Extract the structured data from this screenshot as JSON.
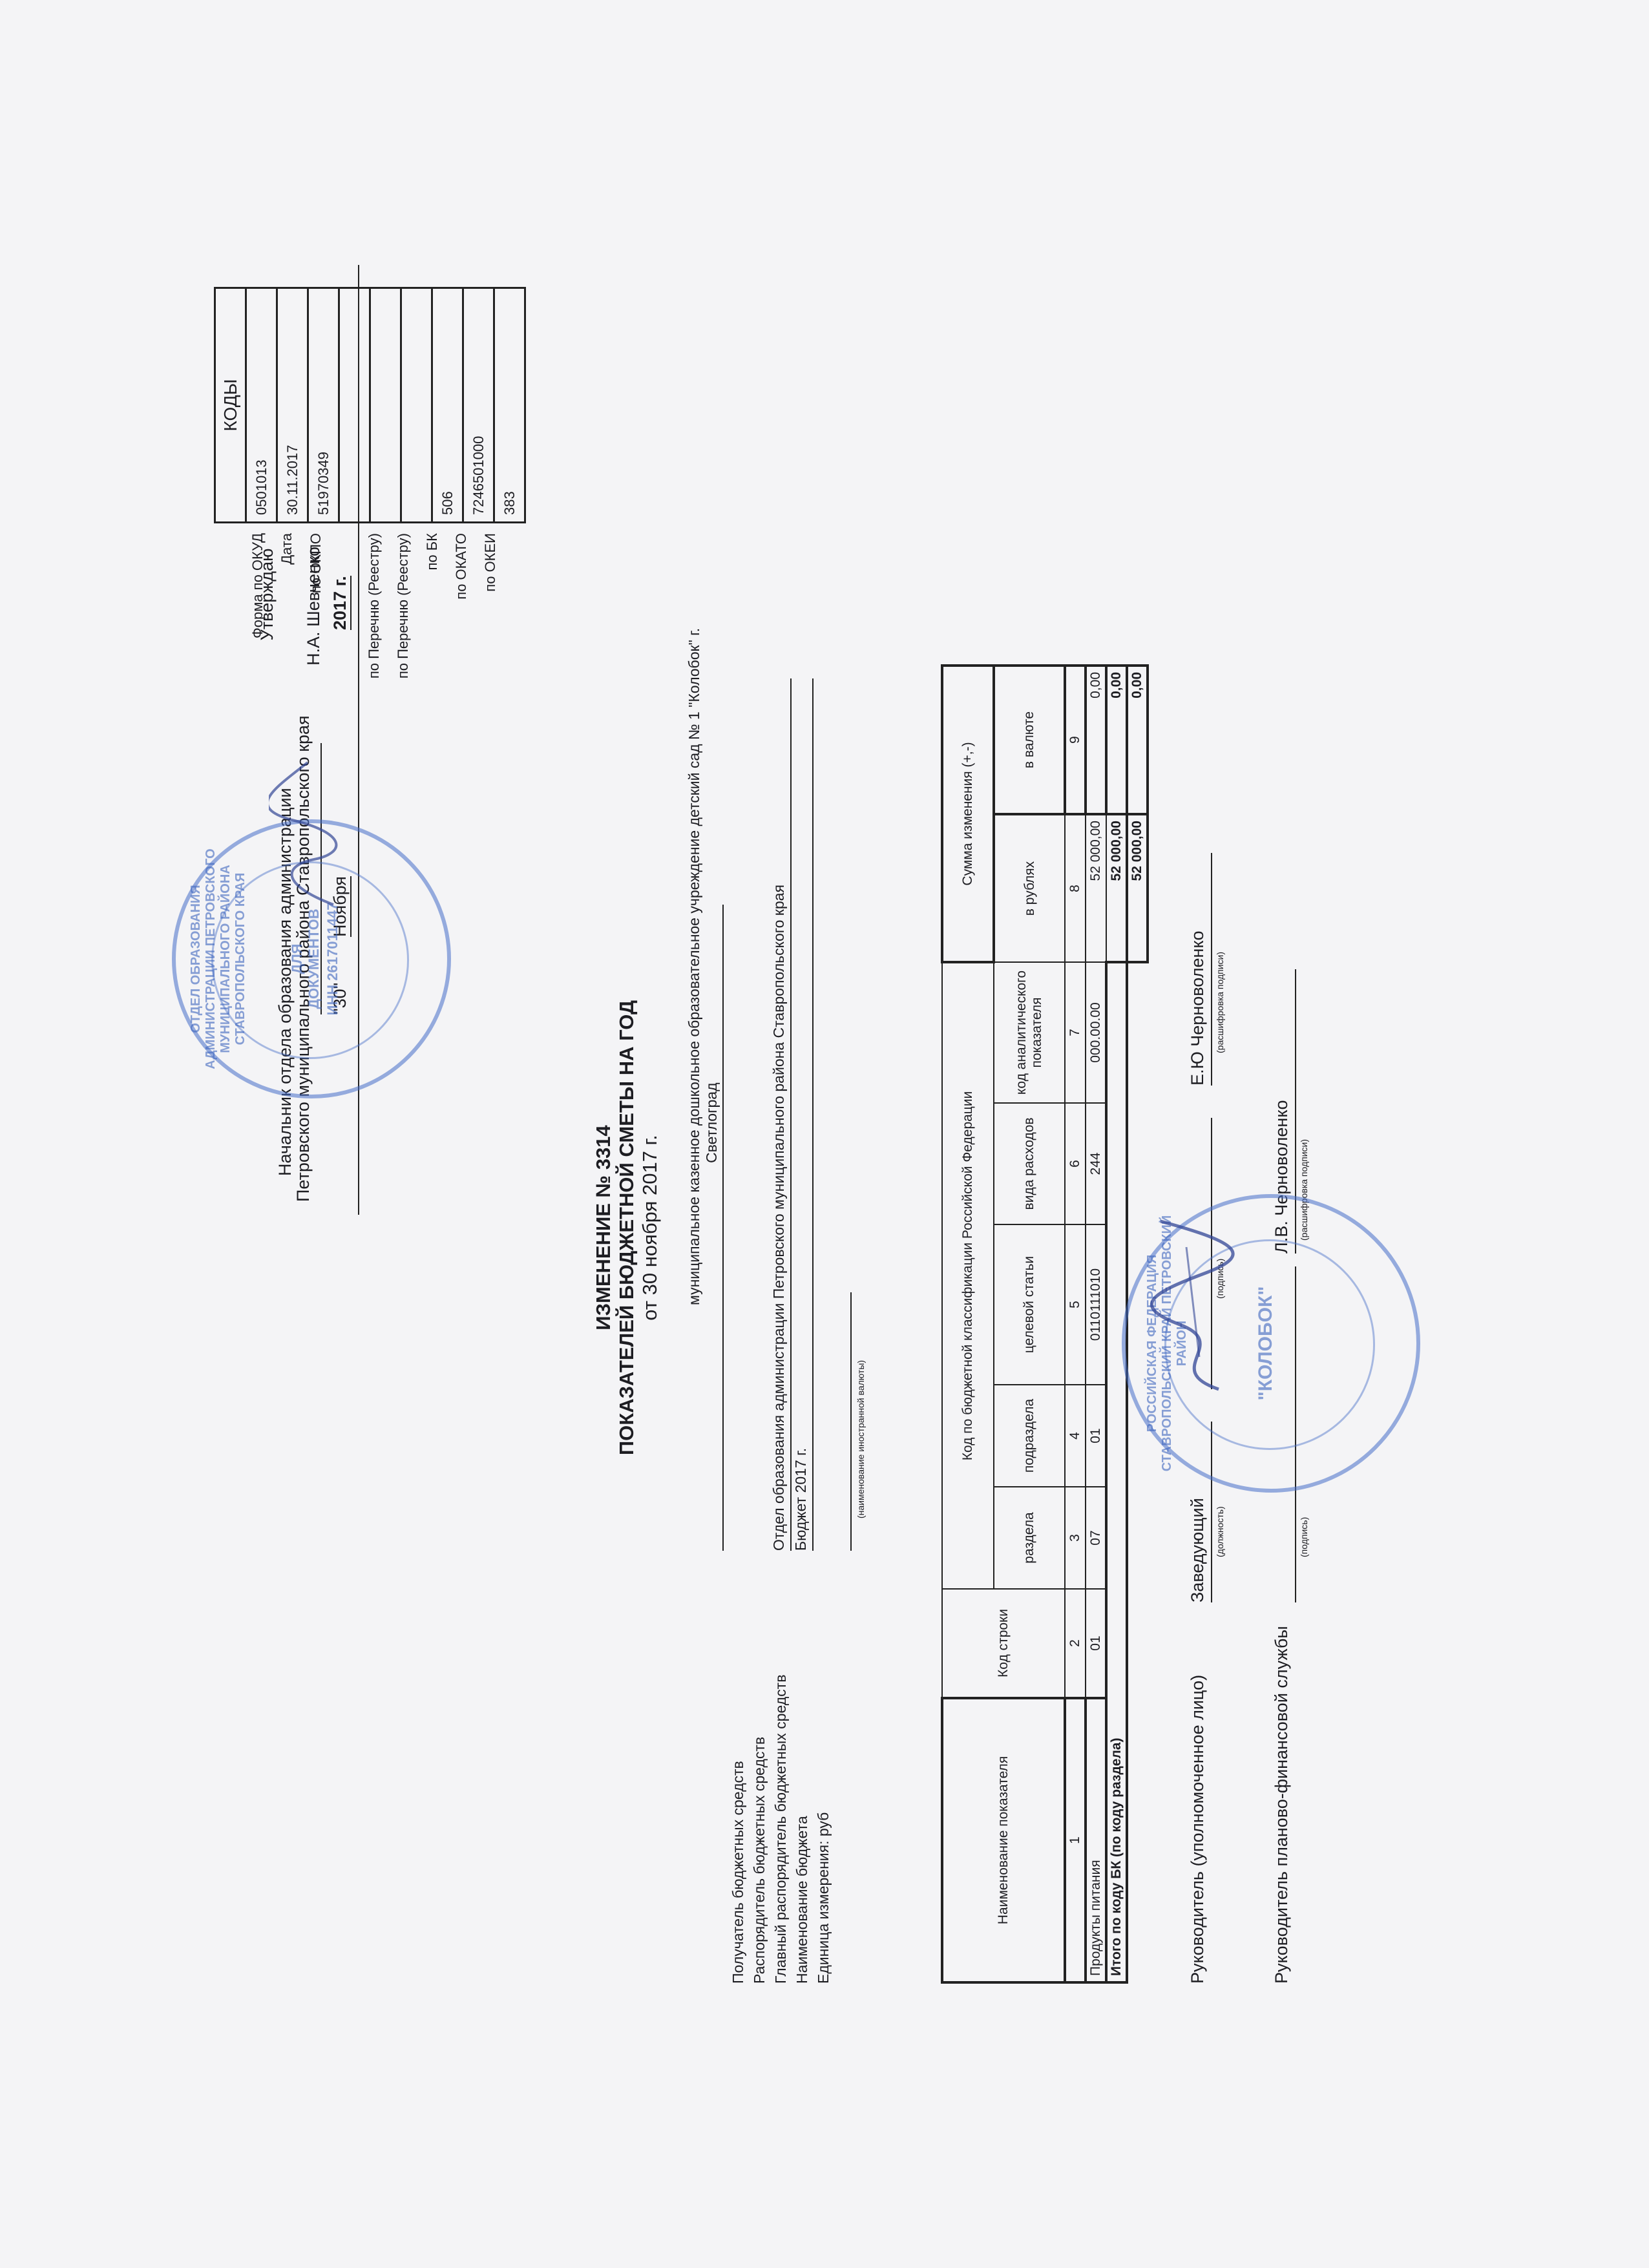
{
  "approval": {
    "title": "Утверждаю",
    "line1": "Начальник отдела образования администрации",
    "line2": "Петровского муниципального района Ставропольского края",
    "signer": "Н.А. Шевченко",
    "day": "\"30\"",
    "month": "Ноября",
    "year": "2017 г."
  },
  "header": {
    "title1": "ИЗМЕНЕНИЕ № 3314",
    "title2": "ПОКАЗАТЕЛЕЙ БЮДЖЕТНОЙ СМЕТЫ НА  ГОД",
    "date": "от 30 ноября 2017 г."
  },
  "codes": {
    "header": "КОДЫ",
    "rows": [
      {
        "label": "Форма по ОКУД",
        "value": "0501013"
      },
      {
        "label": "Дата",
        "value": "30.11.2017"
      },
      {
        "label": "по ОКПО",
        "value": "51970349"
      },
      {
        "label": "",
        "value": ""
      },
      {
        "label": "по Перечню (Реестру)",
        "value": ""
      },
      {
        "label": "по Перечню (Реестру)",
        "value": ""
      },
      {
        "label": "по БК",
        "value": "506"
      },
      {
        "label": "по ОКАТО",
        "value": "7246501000"
      },
      {
        "label": "по ОКЕИ",
        "value": "383"
      }
    ]
  },
  "recipient": {
    "org": "муниципальное казенное дошкольное образовательное учреждение детский сад № 1 \"Колобок\" г.",
    "city": "Светлоград",
    "labels": [
      "Получатель бюджетных средств",
      "Распорядитель бюджетных средств",
      "Главный распорядитель бюджетных средств",
      "Наименование бюджета",
      "Единица измерения: руб"
    ],
    "main_distributor": "Отдел образования администрации Петровского муниципального района Ставропольского края",
    "budget_name": "Бюджет 2017 г.",
    "currency_note": "(наименование иностранной валюты)"
  },
  "table": {
    "h_name": "Наименование показателя",
    "h_code": "Код строки",
    "h_bk": "Код по бюджетной классификации Российской Федерации",
    "h_sum": "Сумма изменения (+,-)",
    "h_section": "раздела",
    "h_subsection": "подраздела",
    "h_target": "целевой статьи",
    "h_expense": "вида расходов",
    "h_analytic": "код аналитического показателя",
    "h_rub": "в рублях",
    "h_cur": "в валюте",
    "nums": [
      "1",
      "2",
      "3",
      "4",
      "5",
      "6",
      "7",
      "8",
      "9"
    ],
    "row": {
      "name": "Продукты питания",
      "code": "01",
      "section": "07",
      "subsection": "01",
      "target": "0110111010",
      "expense": "244",
      "analytic": "000.00.00",
      "rub": "52 000,00",
      "cur": "0,00"
    },
    "total_bk": {
      "name": "Итого по коду БК (по коду раздела)",
      "rub": "52 000,00",
      "cur": "0,00"
    },
    "grand_total": {
      "rub": "52 000,00",
      "cur": "0,00"
    }
  },
  "signatures": {
    "head_label": "Руководитель (уполномоченное лицо)",
    "head_position": "Заведующий",
    "head_name": "Е.Ю Черноволенко",
    "caption_position": "(должность)",
    "caption_signature": "(подпись)",
    "caption_decode": "(расшифровка подписи)",
    "finance_label": "Руководитель планово-финансовой службы",
    "finance_name": "Л.В. Черноволенко"
  },
  "stamps": {
    "top_outer": "ОТДЕЛ ОБРАЗОВАНИЯ АДМИНИСТРАЦИИ ПЕТРОВСКОГО МУНИЦИПАЛЬНОГО РАЙОНА СТАВРОПОЛЬСКОГО КРАЯ",
    "top_inner": "ИНН 2617011447",
    "top_center": "ДЛЯ ДОКУМЕНТОВ",
    "bottom_outer": "РОССИЙСКАЯ ФЕДЕРАЦИЯ СТАВРОПОЛЬСКИЙ КРАЙ ПЕТРОВСКИЙ РАЙОН",
    "bottom_center": "\"КОЛОБОК\""
  }
}
